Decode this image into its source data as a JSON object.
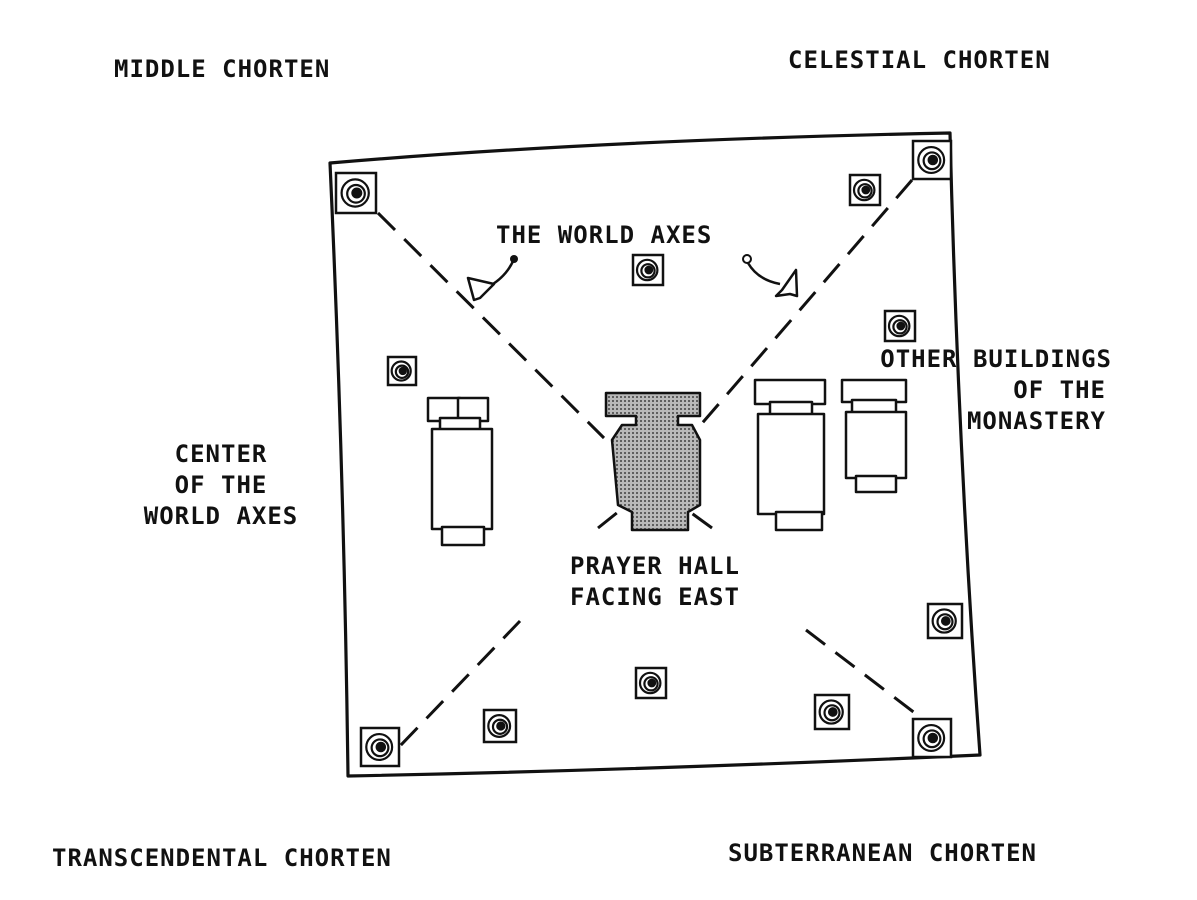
{
  "corner_labels": {
    "top_left": "MIDDLE CHORTEN",
    "top_right": "CELESTIAL CHORTEN",
    "bottom_left": "TRANSCENDENTAL CHORTEN",
    "bottom_right": "SUBTERRANEAN CHORTEN"
  },
  "inner_labels": {
    "world_axes": "THE WORLD AXES",
    "center_of_axes": [
      "CENTER",
      "OF THE",
      "WORLD AXES"
    ],
    "prayer_hall": [
      "PRAYER HALL",
      "FACING EAST"
    ],
    "other_buildings": [
      "OTHER BUILDINGS",
      "OF THE",
      "MONASTERY"
    ]
  },
  "colors": {
    "ink": "#111111",
    "paper": "#ffffff",
    "hall_fill": "#9a9a9a"
  },
  "icons": [
    "chorten-symbol",
    "curved-arrow",
    "building-outline",
    "prayer-hall-shape"
  ]
}
